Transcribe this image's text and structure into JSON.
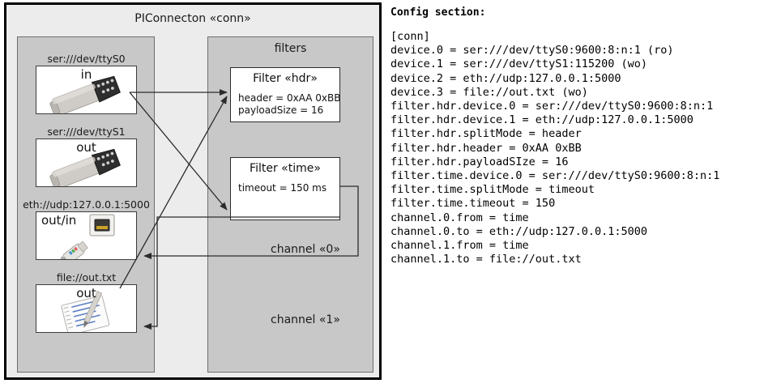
{
  "diagram": {
    "title": "PIConnecton «conn»",
    "devices_group": {
      "title": ""
    },
    "filters_group": {
      "title": "filters"
    },
    "devices": [
      {
        "label": "ser:///dev/ttyS0",
        "direction": "in",
        "icon": "serial-db9-icon"
      },
      {
        "label": "ser:///dev/ttyS1",
        "direction": "out",
        "icon": "serial-db9-icon"
      },
      {
        "label": "eth://udp:127.0.0.1:5000",
        "direction": "out/in",
        "icon": "ethernet-rj45-icon"
      },
      {
        "label": "file://out.txt",
        "direction": "out",
        "icon": "text-file-pencil-icon"
      }
    ],
    "filters": [
      {
        "title": "Filter «hdr»",
        "props": "header = 0xAA 0xBB\npayloadSize = 16"
      },
      {
        "title": "Filter «time»",
        "props": "timeout = 150 ms"
      }
    ],
    "channels": [
      {
        "label": "channel «0»"
      },
      {
        "label": "channel «1»"
      }
    ]
  },
  "config": {
    "heading": "Config section:",
    "body": "[conn]\ndevice.0 = ser:///dev/ttyS0:9600:8:n:1 (ro)\ndevice.1 = ser:///dev/ttyS1:115200 (wo)\ndevice.2 = eth://udp:127.0.0.1:5000\ndevice.3 = file://out.txt (wo)\nfilter.hdr.device.0 = ser:///dev/ttyS0:9600:8:n:1\nfilter.hdr.device.1 = eth://udp:127.0.0.1:5000\nfilter.hdr.splitMode = header\nfilter.hdr.header = 0xAA 0xBB\nfilter.hdr.payloadSIze = 16\nfilter.time.device.0 = ser:///dev/ttyS0:9600:8:n:1\nfilter.time.splitMode = timeout\nfilter.time.timeout = 150\nchannel.0.from = time\nchannel.0.to = eth://udp:127.0.0.1:5000\nchannel.1.from = time\nchannel.1.to = file://out.txt"
  },
  "colors": {
    "page_background": "#ffffff",
    "diagram_background": "#ececec",
    "group_background": "#c8c8c8",
    "box_background": "#ffffff",
    "border": "#000000",
    "wire": "#2b2b2b"
  }
}
